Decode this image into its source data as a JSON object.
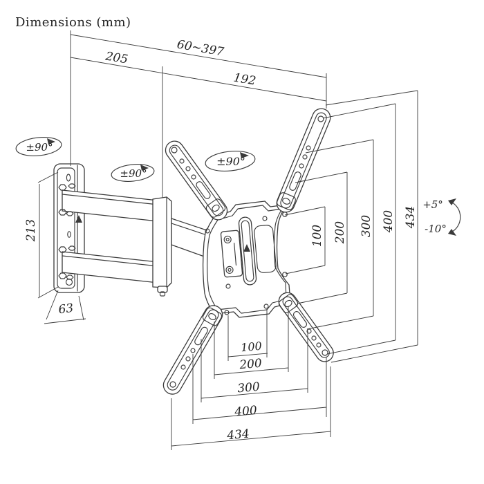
{
  "title": "Dimensions (mm)",
  "dimension_labels": {
    "extension_range": "60~397",
    "arm_section_1": "205",
    "arm_section_2": "192",
    "wall_plate_height": "213",
    "wall_plate_depth": "63",
    "vertical": {
      "v100": "100",
      "v200": "200",
      "v300": "300",
      "v400": "400",
      "v434": "434"
    },
    "horizontal": {
      "h100": "100",
      "h200": "200",
      "h300": "300",
      "h400": "400",
      "h434": "434"
    }
  },
  "angle_labels": {
    "wall_swivel": "±90°",
    "arm_swivel": "±90°",
    "plate_swivel": "±90°",
    "tilt_up": "+5°",
    "tilt_down": "-10°"
  },
  "colors": {
    "line": "#3a3a3a",
    "text": "#232323",
    "background": "#ffffff"
  }
}
